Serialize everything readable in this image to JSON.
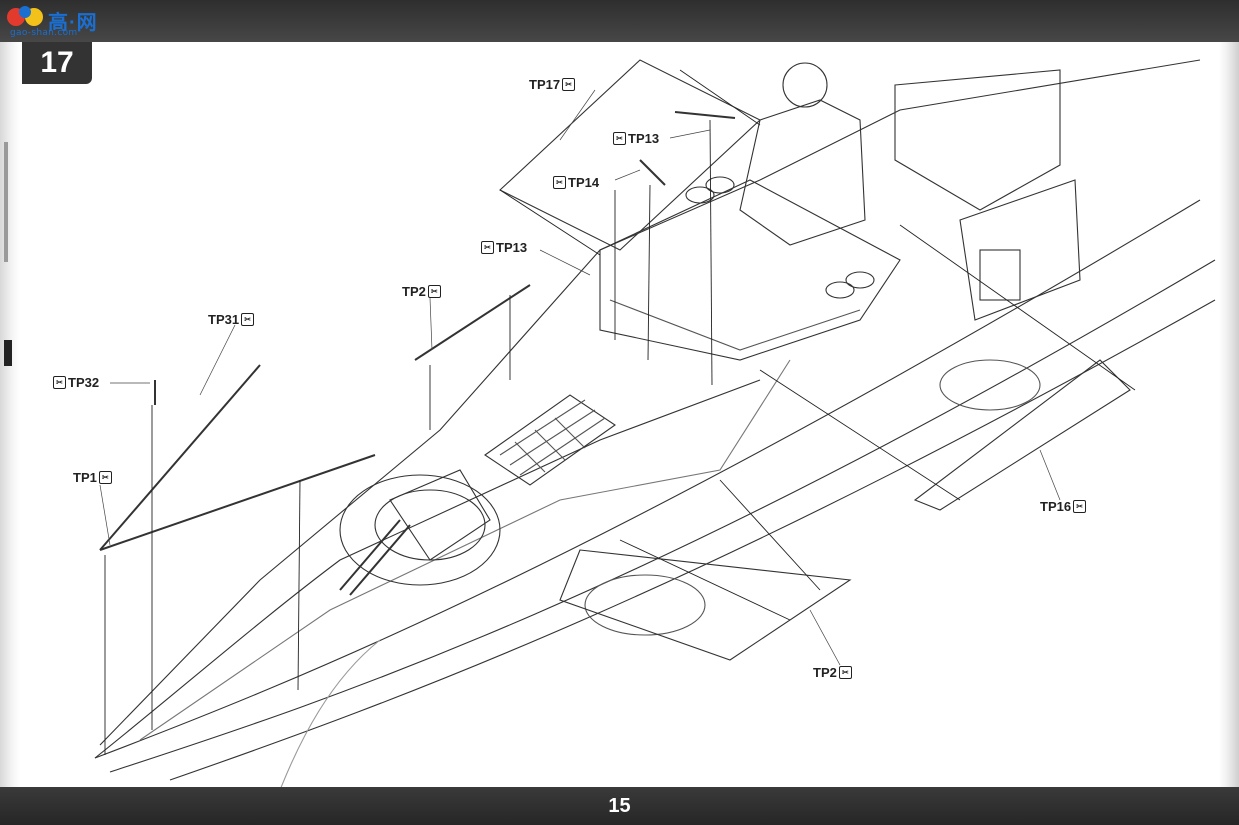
{
  "header": {
    "logo_text": "高·网",
    "logo_url": "gao-shan.com",
    "step_number": "17"
  },
  "footer": {
    "page_number": "15"
  },
  "callouts": {
    "tp17": "TP17",
    "tp13_upper": "TP13",
    "tp14": "TP14",
    "tp13_lower": "TP13",
    "tp2_upper": "TP2",
    "tp31": "TP31",
    "tp32": "TP32",
    "tp1": "TP1",
    "tp16": "TP16",
    "tp2_lower": "TP2"
  },
  "icons": {
    "photo_etch": "photo-etch-part-icon"
  }
}
